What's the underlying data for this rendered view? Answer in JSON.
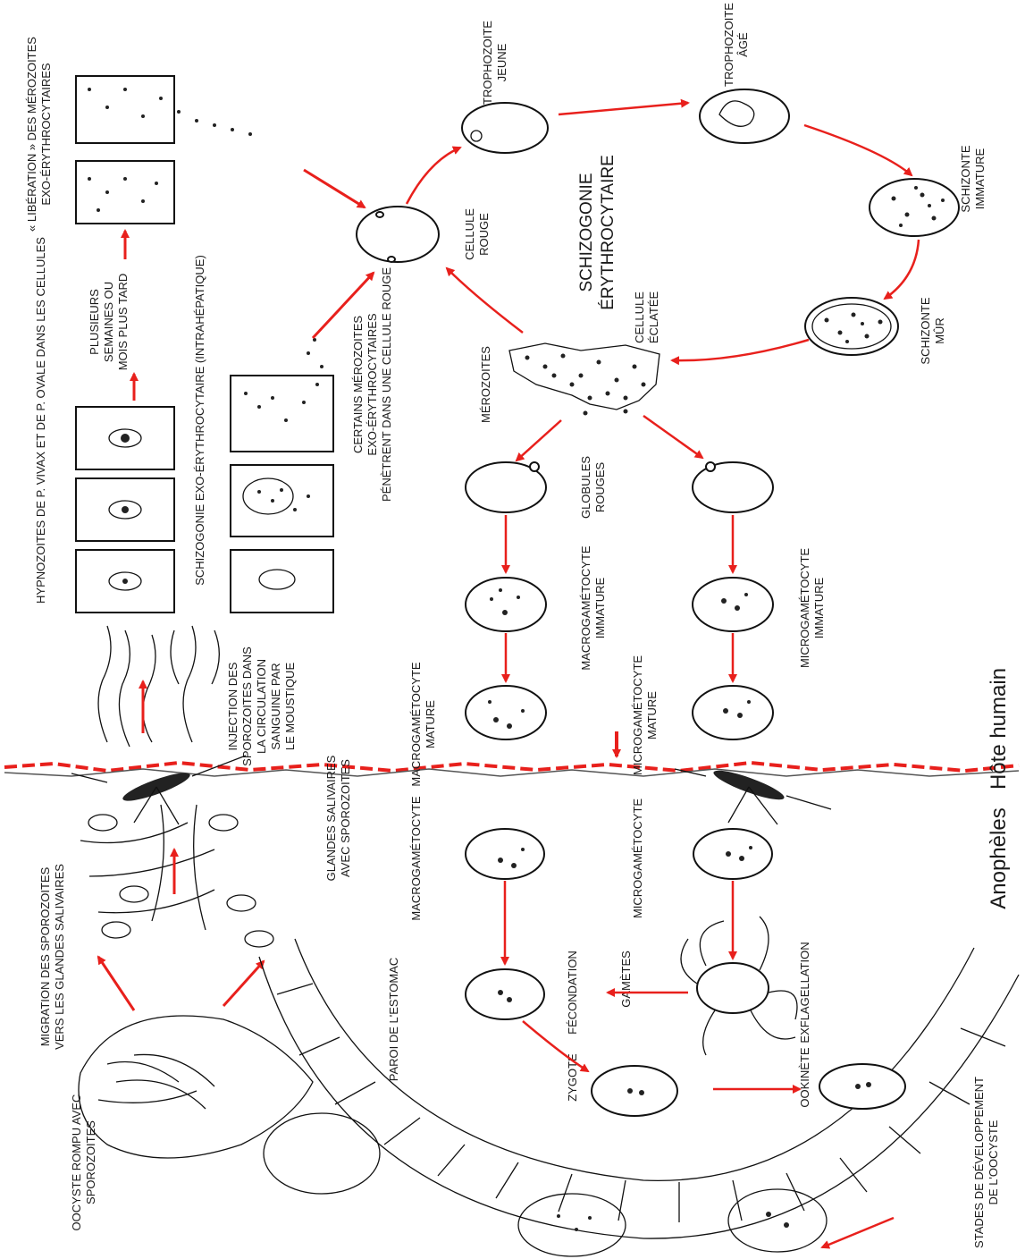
{
  "zones": {
    "host": "Hôte humain",
    "mosquito": "Anophèles"
  },
  "erythrocytic": {
    "schizogony_title": "SCHIZOGONIE",
    "schizogony_sub": "ÉRYTHROCYTAIRE",
    "red_cell": [
      "CELLULE",
      "ROUGE"
    ],
    "young_troph": [
      "TROPHOZOITE",
      "JEUNE"
    ],
    "old_troph": [
      "TROPHOZOITE",
      "ÂGÉ"
    ],
    "immature_schizont": [
      "SCHIZONTE",
      "IMMATURE"
    ],
    "mature_schizont": [
      "SCHIZONTE",
      "MÛR"
    ],
    "burst_cell": [
      "CELLULE",
      "ÉCLATÉE"
    ],
    "merozoites": "MÉROZOITES",
    "red_globules": [
      "GLOBULES",
      "ROUGES"
    ]
  },
  "liver": {
    "hypnozoites": "HYPNOZOITES DE P. VIVAX ET DE P. OVALE DANS LES CELLULES",
    "exo_schizogony": "SCHIZOGONIE EXO-ÉRYTHROCYTAIRE (INTRAHÉPATIQUE)",
    "relapse": [
      "PLUSIEURS",
      "SEMAINES OU",
      "MOIS PLUS TARD"
    ],
    "liberation": [
      "« LIBÉRATION » DES MÉROZOITES",
      "EXO-ÉRYTHROCYTAIRES"
    ],
    "exo_merozoites": [
      "CERTAINS MÉROZOITES",
      "EXO-ÉRYTHROCYTAIRES",
      "PÉNÈTRENT DANS UNE CELLULE ROUGE"
    ]
  },
  "gametocytes": {
    "macro_immature": [
      "MACROGAMÉTOCYTE",
      "IMMATURE"
    ],
    "micro_immature": [
      "MICROGAMÉTOCYTE",
      "IMMATURE"
    ],
    "macro_mature": [
      "MACROGAMÉTOCYTE",
      "MATURE"
    ],
    "micro_mature": [
      "MICROGAMÉTOCYTE",
      "MATURE"
    ]
  },
  "injection": [
    "INJECTION DES",
    "SPOROZOITES DANS",
    "LA CIRCULATION",
    "SANGUINE PAR",
    "LE MOUSTIQUE"
  ],
  "mosquito": {
    "macrogametocyte": "MACROGAMÉTOCYTE",
    "microgametocyte": "MICROGAMÉTOCYTE",
    "salivary": [
      "GLANDES SALIVAIRES",
      "AVEC SPOROZOITES"
    ],
    "migration": [
      "MIGRATION DES SPOROZOITES",
      "VERS LES GLANDES SALIVAIRES"
    ],
    "oocyst_rupture": [
      "OOCYSTE ROMPU AVEC",
      "SPOROZOITES"
    ],
    "stomach_wall": "PAROI DE L'ESTOMAC",
    "fecondation": "FÉCONDATION",
    "gametes": "GAMÈTES",
    "exflagellation": "EXFLAGELLATION",
    "zygote": "ZYGOTE",
    "ookinete": "OOKINÈTE",
    "oocyst_stages": [
      "STADES DE DÉVELOPPEMENT",
      "DE L'OOCYSTE"
    ]
  },
  "colors": {
    "arrow": "#e8201c",
    "line": "#111111"
  }
}
